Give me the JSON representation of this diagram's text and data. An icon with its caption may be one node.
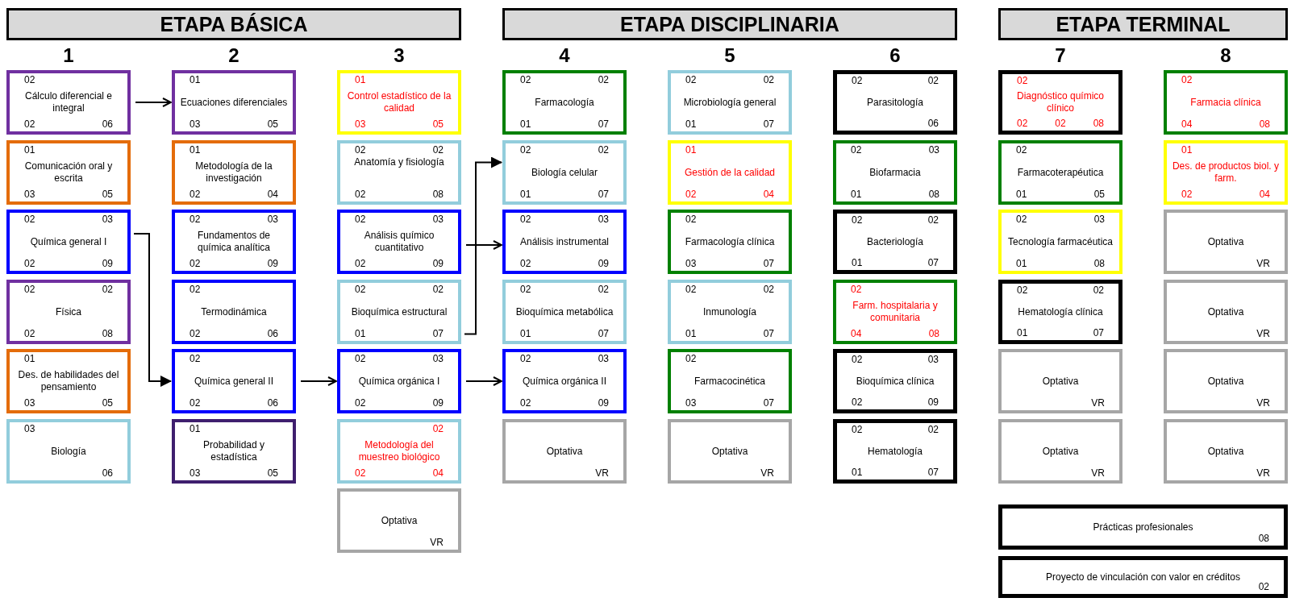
{
  "diagram": {
    "nodes": [
      {
        "text": [
          "ETAPA BÁSICA"
        ]
      },
      {
        "text": [
          "ETAPA DISCIPLINARIA"
        ]
      },
      {
        "text": [
          "ETAPA TERMINAL"
        ]
      },
      {
        "text": [
          "02",
          "Cálculo diferencial e integral",
          "02",
          "06"
        ]
      },
      {
        "text": [
          "01",
          "Comunicación oral y escrita",
          "03",
          "05"
        ]
      },
      {
        "text": [
          "02",
          "03",
          "Química general I",
          "02",
          "09"
        ]
      },
      {
        "text": [
          "02",
          "02",
          "Física",
          "02",
          "08"
        ]
      },
      {
        "text": [
          "01",
          "Des. de habilidades del pensamiento",
          "03",
          "05"
        ]
      },
      {
        "text": [
          "03",
          "Biología",
          "06"
        ]
      },
      {
        "text": [
          "01",
          "Ecuaciones diferenciales",
          "03",
          "05"
        ]
      },
      {
        "text": [
          "01",
          "Metodología de la investigación",
          "02",
          "04"
        ]
      },
      {
        "text": [
          "02",
          "03",
          "Fundamentos de química analítica",
          "02",
          "09"
        ]
      },
      {
        "text": [
          "02",
          "Termodinámica",
          "02",
          "06"
        ]
      },
      {
        "text": [
          "02",
          "Química general II",
          "02",
          "06"
        ]
      },
      {
        "text": [
          "01",
          "Probabilidad y estadística",
          "03",
          "05"
        ]
      },
      {
        "text": [
          "01",
          "Control estadístico de la calidad",
          "03",
          "05"
        ]
      },
      {
        "text": [
          "02",
          "02",
          "Anatomía y fisiología",
          "02",
          "08"
        ]
      },
      {
        "text": [
          "02",
          "03",
          "Análisis químico cuantitativo",
          "02",
          "09"
        ]
      },
      {
        "text": [
          "02",
          "02",
          "Bioquímica estructural",
          "01",
          "07"
        ]
      },
      {
        "text": [
          "02",
          "03",
          "Química orgánica I",
          "02",
          "09"
        ]
      },
      {
        "text": [
          "02",
          "Metodología del muestreo biológico",
          "02",
          "04"
        ]
      },
      {
        "text": [
          "Optativa",
          "VR"
        ]
      },
      {
        "text": [
          "02",
          "02",
          "Farmacología",
          "01",
          "07"
        ]
      },
      {
        "text": [
          "02",
          "02",
          "Biología celular",
          "01",
          "07"
        ]
      },
      {
        "text": [
          "02",
          "03",
          "Análisis instrumental",
          "02",
          "09"
        ]
      },
      {
        "text": [
          "02",
          "02",
          "Bioquímica metabólica",
          "01",
          "07"
        ]
      },
      {
        "text": [
          "02",
          "03",
          "Química orgánica II",
          "02",
          "09"
        ]
      },
      {
        "text": [
          "Optativa",
          "VR"
        ]
      },
      {
        "text": [
          "02",
          "02",
          "Microbiología general",
          "01",
          "07"
        ]
      },
      {
        "text": [
          "01",
          "Gestión de la calidad",
          "02",
          "04"
        ]
      },
      {
        "text": [
          "02",
          "Farmacología clínica",
          "03",
          "07"
        ]
      },
      {
        "text": [
          "02",
          "02",
          "Inmunología",
          "01",
          "07"
        ]
      },
      {
        "text": [
          "02",
          "Farmacocinética",
          "03",
          "07"
        ]
      },
      {
        "text": [
          "Optativa",
          "VR"
        ]
      },
      {
        "text": [
          "02",
          "02",
          "Parasitología",
          "06"
        ]
      },
      {
        "text": [
          "02",
          "03",
          "Biofarmacia",
          "01",
          "08"
        ]
      },
      {
        "text": [
          "02",
          "02",
          "Bacteriología",
          "01",
          "07"
        ]
      },
      {
        "text": [
          "02",
          "Farm. hospitalaria y comunitaria",
          "04",
          "08"
        ]
      },
      {
        "text": [
          "02",
          "03",
          "Bioquímica clínica",
          "02",
          "09"
        ]
      },
      {
        "text": [
          "02",
          "02",
          "Hematología",
          "01",
          "07"
        ]
      },
      {
        "text": [
          "02",
          "Diagnóstico químico clínico",
          "02",
          "02",
          "08"
        ]
      },
      {
        "text": [
          "02",
          "Farmacoterapéutica",
          "01",
          "05"
        ]
      },
      {
        "text": [
          "02",
          "03",
          "Tecnología farmacéutica",
          "01",
          "08"
        ]
      },
      {
        "text": [
          "02",
          "02",
          "Hematología clínica",
          "01",
          "07"
        ]
      },
      {
        "text": [
          "Optativa",
          "VR"
        ]
      },
      {
        "text": [
          "Optativa",
          "VR"
        ]
      },
      {
        "text": [
          "02",
          "Farmacia clínica",
          "04",
          "08"
        ]
      },
      {
        "text": [
          "01",
          "Des. de productos biol. y farm.",
          "02",
          "04"
        ]
      },
      {
        "text": [
          "Optativa",
          "VR"
        ]
      },
      {
        "text": [
          "Optativa",
          "VR"
        ]
      },
      {
        "text": [
          "Optativa",
          "VR"
        ]
      },
      {
        "text": [
          "Optativa",
          "VR"
        ]
      },
      {
        "text": [
          "Prácticas profesionales",
          "08"
        ]
      },
      {
        "text": [
          "Proyecto de vinculación con valor en créditos",
          "02"
        ]
      }
    ],
    "edges": [
      {
        "from": 3,
        "to": 9,
        "arrow": "to"
      },
      {
        "from": 5,
        "to": 13,
        "arrow": "to"
      },
      {
        "from": 13,
        "to": 19,
        "arrow": "to"
      },
      {
        "from": 19,
        "to": 26,
        "arrow": "to"
      },
      {
        "from": 17,
        "to": 24,
        "arrow": "to"
      },
      {
        "from": 18,
        "to": 23,
        "arrow": "to"
      }
    ],
    "labels": [
      "1",
      "2",
      "3",
      "4",
      "5",
      "6",
      "7",
      "8"
    ]
  }
}
